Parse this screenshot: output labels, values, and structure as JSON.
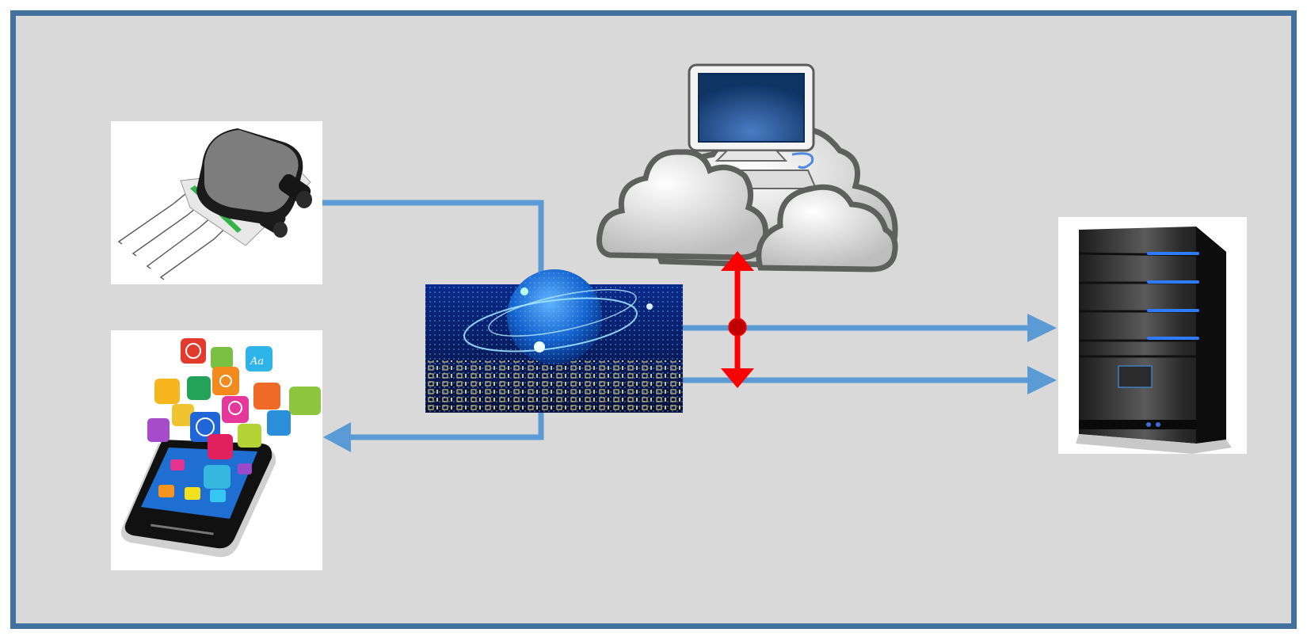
{
  "diagram": {
    "title": "",
    "nodes": [
      {
        "id": "sensor",
        "icon": "pressure-sensor-icon"
      },
      {
        "id": "mobile",
        "icon": "smartphone-apps-icon"
      },
      {
        "id": "network",
        "icon": "digital-globe-icon"
      },
      {
        "id": "cloud",
        "icon": "cloud-computer-icon"
      },
      {
        "id": "server",
        "icon": "server-tower-icon"
      }
    ],
    "edges": [
      {
        "from": "sensor",
        "to": "network",
        "style": "line"
      },
      {
        "from": "network",
        "to": "mobile",
        "style": "arrow"
      },
      {
        "from": "network",
        "to": "server",
        "style": "arrow"
      },
      {
        "from": "network",
        "to": "server",
        "style": "arrow"
      },
      {
        "from": "cloud",
        "to": "network",
        "style": "bidirectional-arrow"
      }
    ],
    "colors": {
      "frame_border": "#41719c",
      "background": "#d9d9d9",
      "connector": "#5b9bd5",
      "bidirectional": "#ff0000",
      "junction": "#c00000"
    }
  }
}
